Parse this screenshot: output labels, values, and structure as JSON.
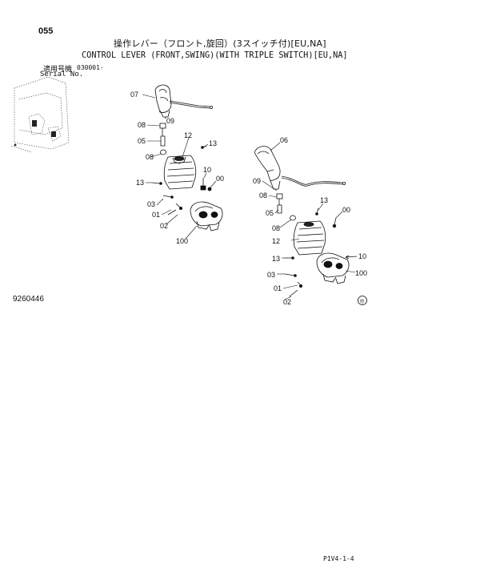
{
  "header": {
    "page_number": "055",
    "title_jp": "操作レバー（フロント,旋回）(3スイッチ付)[EU,NA]",
    "title_en": "CONTROL LEVER (FRONT,SWING)(WITH TRIPLE SWITCH)[EU,NA]",
    "applicable_label": "適用号機",
    "serial_label": "Serial No.",
    "serial_value": "030001-"
  },
  "diagram": {
    "document_number": "9260446",
    "footer_code": "P1V4-1-4",
    "callouts_left": [
      "07",
      "08",
      "09",
      "05",
      "08",
      "12",
      "13",
      "13",
      "10",
      "00",
      "03",
      "01",
      "02",
      "100"
    ],
    "callouts_right": [
      "06",
      "09",
      "08",
      "05",
      "08",
      "13",
      "00",
      "12",
      "13",
      "10",
      "03",
      "01",
      "02",
      "100"
    ]
  }
}
